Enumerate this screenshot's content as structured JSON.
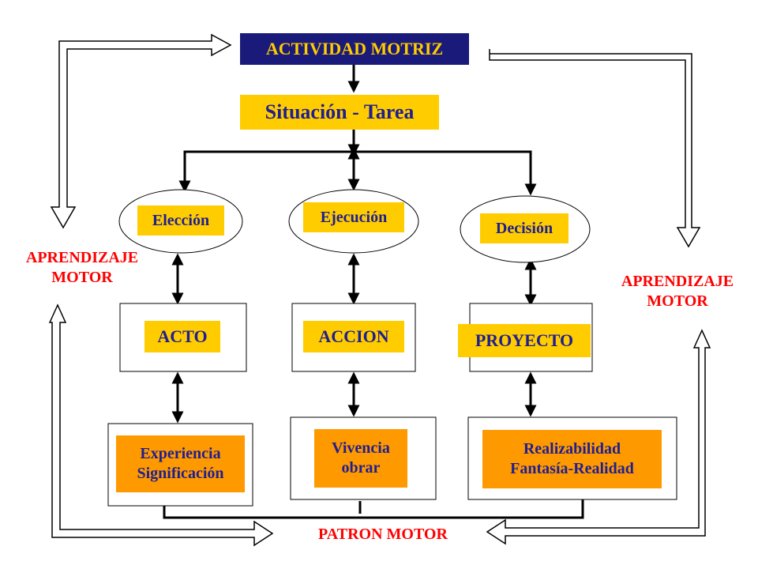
{
  "top": {
    "activity": "ACTIVIDAD MOTRIZ",
    "situation": "Situación - Tarea"
  },
  "aspects": {
    "choice": "Elección",
    "execution": "Ejecución",
    "decision": "Decisión"
  },
  "concepts": {
    "act": "ACTO",
    "action": "ACCION",
    "project": "PROYECTO"
  },
  "outcomes": {
    "experience_line1": "Experiencia",
    "experience_line2": "Significación",
    "living_line1": "Vivencia",
    "living_line2": "obrar",
    "feasibility_line1": "Realizabilidad",
    "feasibility_line2": "Fantasía-Realidad"
  },
  "sides": {
    "left_line1": "APRENDIZAJE",
    "left_line2": "MOTOR",
    "right_line1": "APRENDIZAJE",
    "right_line2": "MOTOR"
  },
  "bottom": {
    "pattern": "PATRON MOTOR"
  },
  "colors": {
    "navy": "#1a1a7a",
    "yellow": "#ffcc00",
    "orange": "#ff9900",
    "red": "#ff0000"
  }
}
